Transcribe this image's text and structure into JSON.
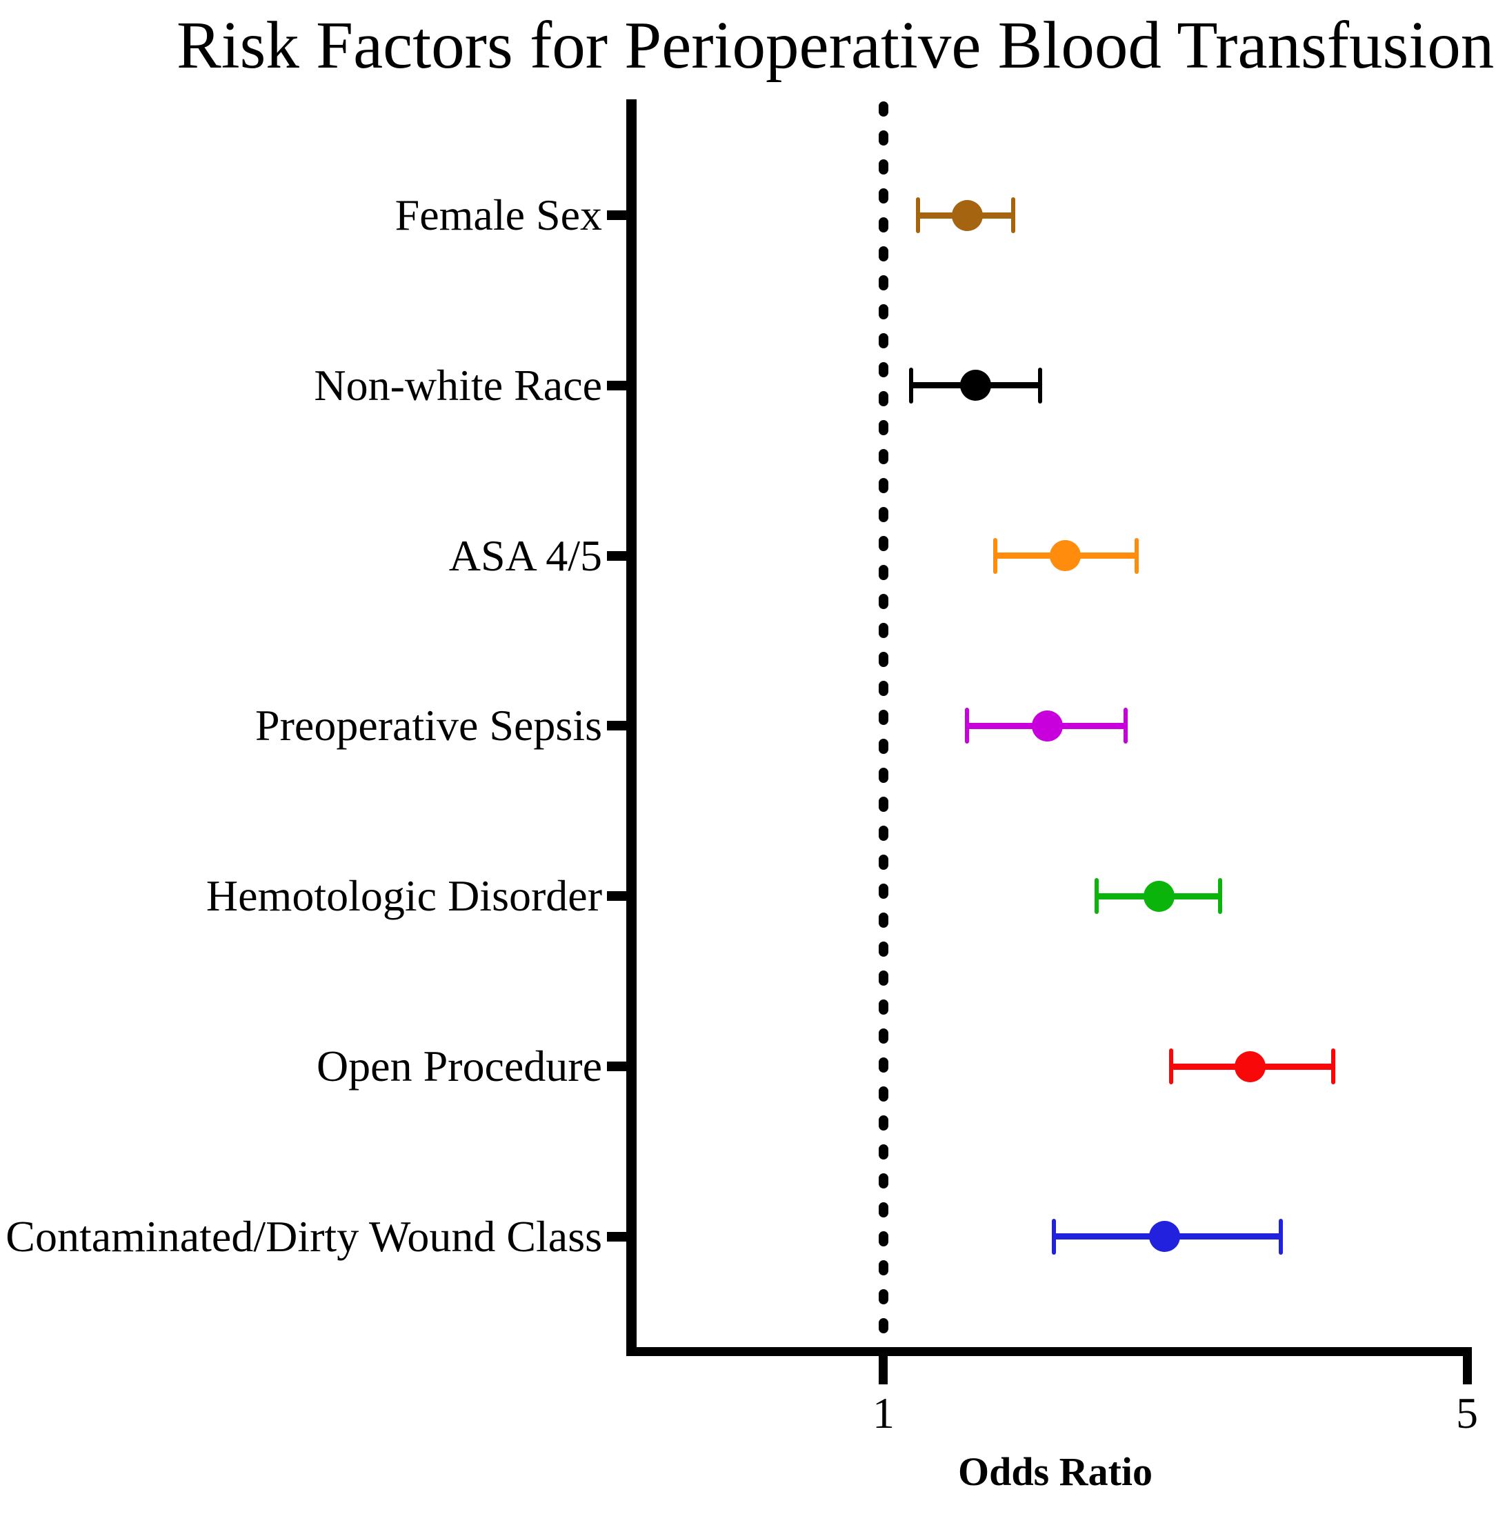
{
  "title": "Risk Factors for Perioperative Blood Transfusion",
  "axis": {
    "xlabel": "Odds Ratio",
    "x_tick_labels": [
      "1",
      "5"
    ]
  },
  "chart_data": {
    "type": "scatter",
    "subtype": "forest-plot",
    "title": "Risk Factors for Perioperative Blood Transfusion",
    "xlabel": "Odds Ratio",
    "x_scale": "log",
    "xlim": [
      0.5,
      5
    ],
    "x_tick_values": [
      1,
      5
    ],
    "reference_line_x": 1,
    "grid": false,
    "rows": [
      {
        "label": "Female Sex",
        "or": 1.26,
        "ci_low": 1.1,
        "ci_high": 1.43,
        "color": "#A56410"
      },
      {
        "label": "Non-white Race",
        "or": 1.29,
        "ci_low": 1.08,
        "ci_high": 1.54,
        "color": "#000000"
      },
      {
        "label": "ASA 4/5",
        "or": 1.65,
        "ci_low": 1.36,
        "ci_high": 2.01,
        "color": "#FF8C0D"
      },
      {
        "label": "Preoperative Sepsis",
        "or": 1.57,
        "ci_low": 1.26,
        "ci_high": 1.95,
        "color": "#C800DC"
      },
      {
        "label": "Hemotologic Disorder",
        "or": 2.14,
        "ci_low": 1.8,
        "ci_high": 2.53,
        "color": "#0AB40A"
      },
      {
        "label": "Open Procedure",
        "or": 2.75,
        "ci_low": 2.21,
        "ci_high": 3.46,
        "color": "#F80808"
      },
      {
        "label": "Contaminated/Dirty Wound Class",
        "or": 2.17,
        "ci_low": 1.6,
        "ci_high": 2.99,
        "color": "#2121DE"
      }
    ]
  }
}
